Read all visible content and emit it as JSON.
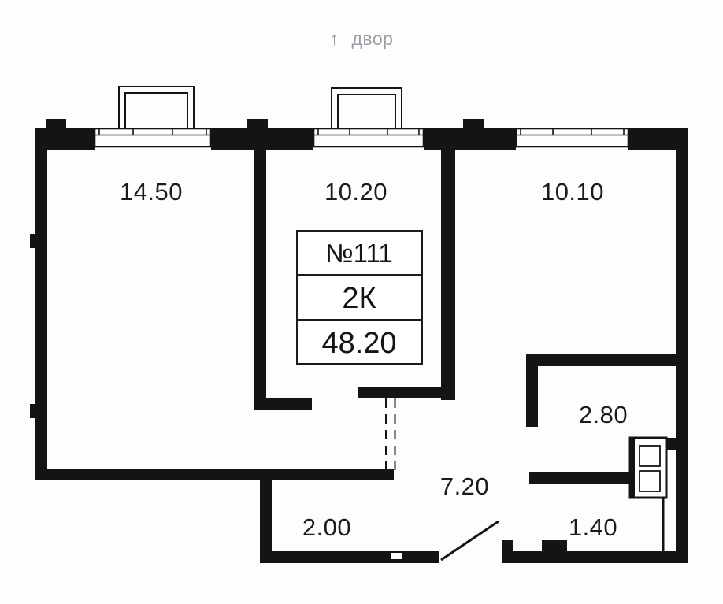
{
  "orientation": {
    "arrow": "↑",
    "label": "двор"
  },
  "unit_card": {
    "number": "№111",
    "type": "2К",
    "total_area": "48.20"
  },
  "rooms": [
    {
      "name": "room-14-50",
      "area": "14.50"
    },
    {
      "name": "room-10-20",
      "area": "10.20"
    },
    {
      "name": "room-10-10",
      "area": "10.10"
    },
    {
      "name": "corridor-2-80",
      "area": "2.80"
    },
    {
      "name": "hall-7-20",
      "area": "7.20"
    },
    {
      "name": "entry-2-00",
      "area": "2.00"
    },
    {
      "name": "bathroom-1-40",
      "area": "1.40"
    }
  ],
  "colors": {
    "wall": "#141414",
    "label": "#1b1b1b",
    "muted": "#9aa0a6",
    "background": "#fdfdfd"
  }
}
